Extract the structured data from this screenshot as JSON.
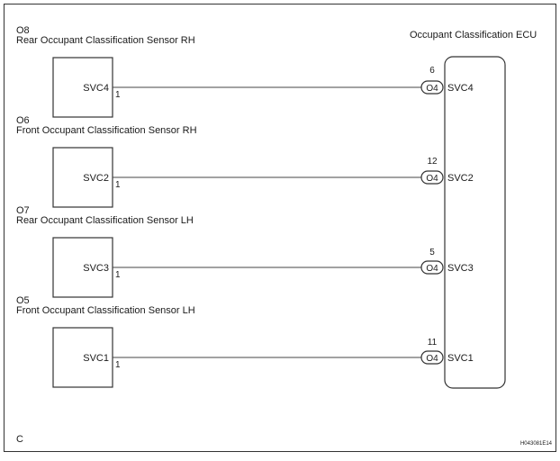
{
  "frame_letter": "C",
  "figure_code": "H043081E14",
  "ecu": {
    "title": "Occupant Classification ECU"
  },
  "sensors": [
    {
      "code": "O8",
      "name": "Rear Occupant Classification Sensor RH",
      "pin_label": "SVC4",
      "pin_no": "1",
      "ecu_pin_no": "6",
      "ecu_connector": "O4",
      "ecu_pin_label": "SVC4"
    },
    {
      "code": "O6",
      "name": "Front Occupant Classification Sensor RH",
      "pin_label": "SVC2",
      "pin_no": "1",
      "ecu_pin_no": "12",
      "ecu_connector": "O4",
      "ecu_pin_label": "SVC2"
    },
    {
      "code": "O7",
      "name": "Rear Occupant Classification Sensor LH",
      "pin_label": "SVC3",
      "pin_no": "1",
      "ecu_pin_no": "5",
      "ecu_connector": "O4",
      "ecu_pin_label": "SVC3"
    },
    {
      "code": "O5",
      "name": "Front Occupant Classification Sensor LH",
      "pin_label": "SVC1",
      "pin_no": "1",
      "ecu_pin_no": "11",
      "ecu_connector": "O4",
      "ecu_pin_label": "SVC1"
    }
  ]
}
